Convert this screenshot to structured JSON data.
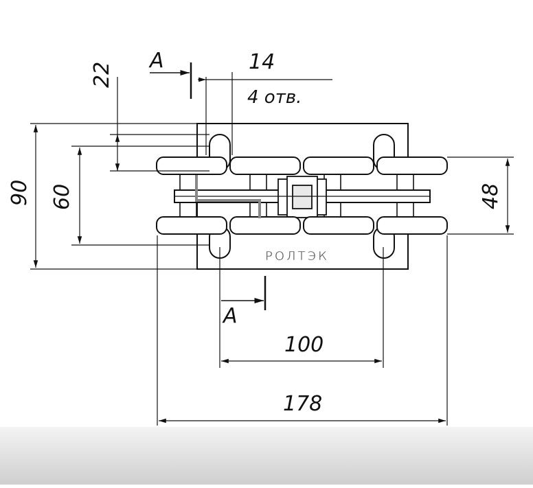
{
  "drawing": {
    "brand": "РОЛТЭК",
    "section_mark": "А",
    "hole_note": "4 отв.",
    "dimensions": {
      "overall_length": "178",
      "hole_spacing": "100",
      "overall_height": "90",
      "inner_height": "60",
      "roller_span": "48",
      "hole_width": "14",
      "hole_height": "22"
    }
  }
}
